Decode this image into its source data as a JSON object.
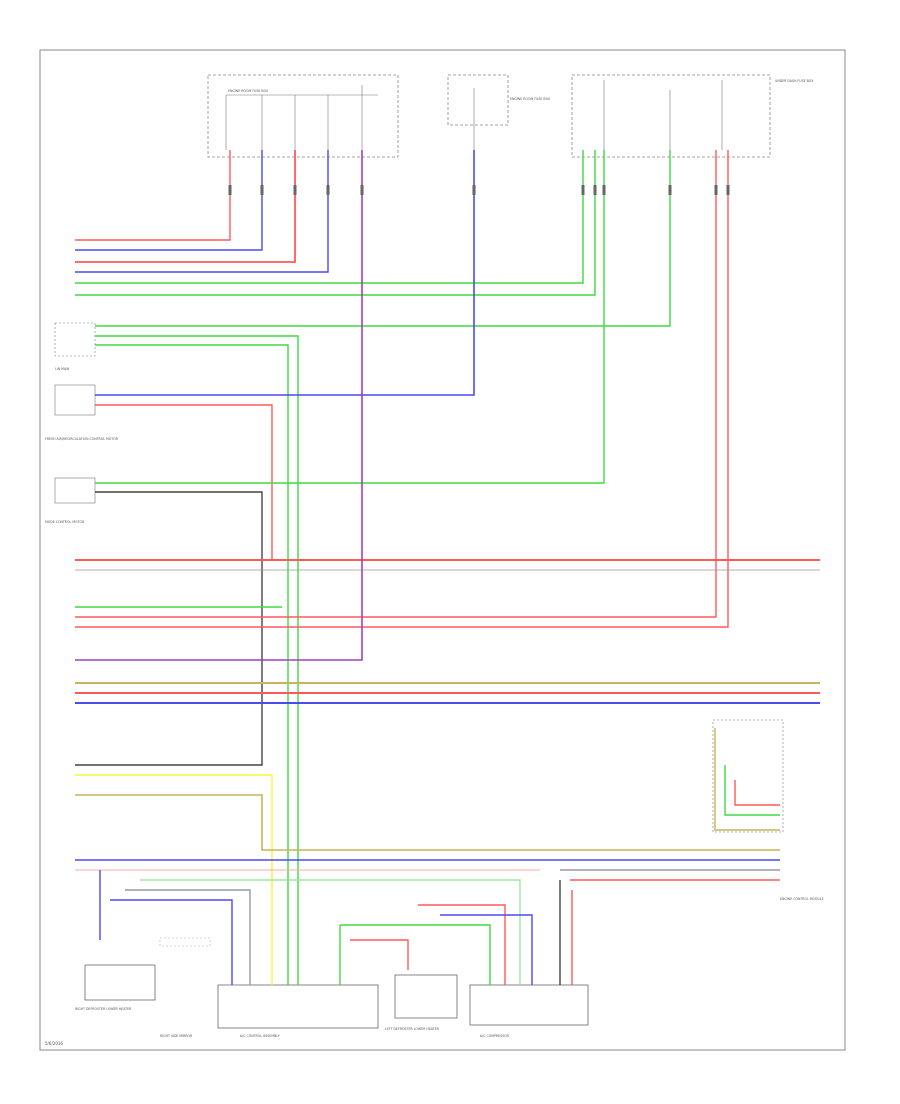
{
  "diagram": {
    "footer_code": "5/6/2016",
    "wire_colors": {
      "red": "#ff5a5a",
      "blue": "#4a4af0",
      "green": "#40d840",
      "pink": "#ffaaaa",
      "gray": "#999999",
      "dark": "#444444",
      "yellow": "#f5f53a",
      "olive": "#c8b45a",
      "purple": "#a040c0",
      "lightgreen": "#9ee89e"
    },
    "fuse_boxes": {
      "left_label": "ENGINE ROOM FUSE BOX",
      "mid_label": "ENGINE ROOM FUSE BOX",
      "right_label": "UNDER DASH FUSE BOX"
    },
    "components": {
      "lin_main": "LIN MAIN",
      "fresh_air_recirc": "FRESH AIR/RECIRCULATION CONTROL MOTOR",
      "mode_control": "MODE CONTROL MOTOR",
      "engine_control": "ENGINE CONTROL MODULE",
      "a_c_control": "A/C CONTROL ASSEMBLY",
      "a_c_compressor": "A/C COMPRESSOR",
      "left_defroster": "LEFT DEFROSTER LOWER HEATER",
      "right_defroster": "RIGHT DEFROSTER LOWER HEATER",
      "right_side_mirror": "RIGHT SIDE MIRROR"
    }
  }
}
